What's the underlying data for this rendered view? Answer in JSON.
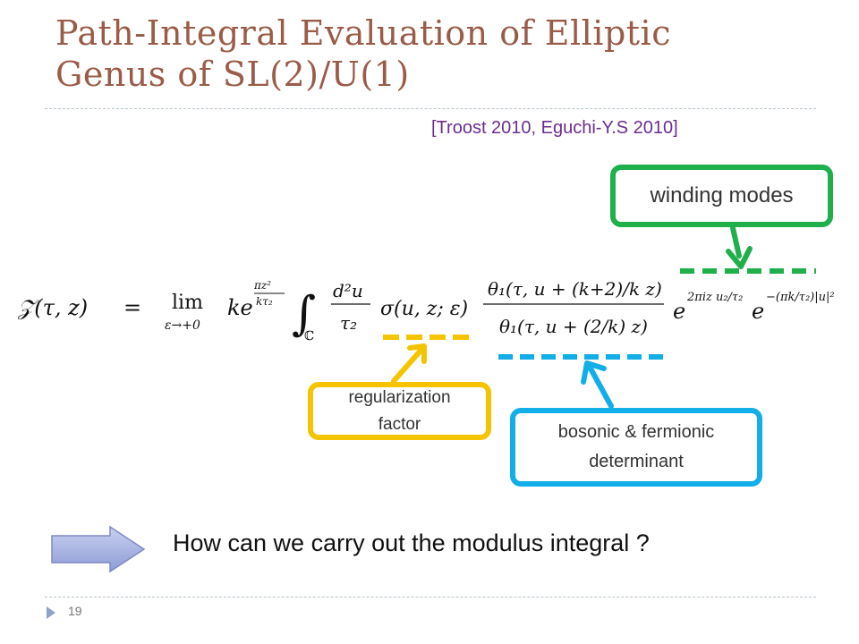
{
  "slide": {
    "title_line1": "Path-Integral Evaluation of Elliptic",
    "title_line2": "Genus of SL(2)/U(1)",
    "citation": "[Troost 2010, Eguchi-Y.S 2010]",
    "page_number": "19"
  },
  "callouts": {
    "winding": "winding modes",
    "regularization_line1": "regularization",
    "regularization_line2": "factor",
    "bosonic_line1": "bosonic & fermionic",
    "bosonic_line2": "determinant"
  },
  "formula": {
    "lhs": "𝒵(τ, z)",
    "equals": "=",
    "lim": "lim",
    "lim_sub": "ε→+0",
    "k_e": "ke",
    "exp1_num": "πz²",
    "exp1_den": "kτ₂",
    "integral": "∫",
    "integral_sub": "ℂ",
    "measure_num": "d²u",
    "measure_den": "τ₂",
    "sigma": "σ(u, z; ε)",
    "theta_num": "θ₁(τ, u + (k+2)/k z)",
    "theta_den": "θ₁(τ, u + (2/k) z)",
    "exp2_base": "e",
    "exp2": "2πiz u₂/τ₂",
    "exp3_base": "e",
    "exp3": "−(πk/τ₂)|u|²"
  },
  "bottom": {
    "question": "How can we carry out the modulus integral ?"
  },
  "colors": {
    "title": "#9a5c48",
    "citation": "#6b2d8f",
    "winding": "#1fb04c",
    "regularization": "#f5c400",
    "bosonic": "#12aee8",
    "arrow": "#a9b4e0"
  }
}
